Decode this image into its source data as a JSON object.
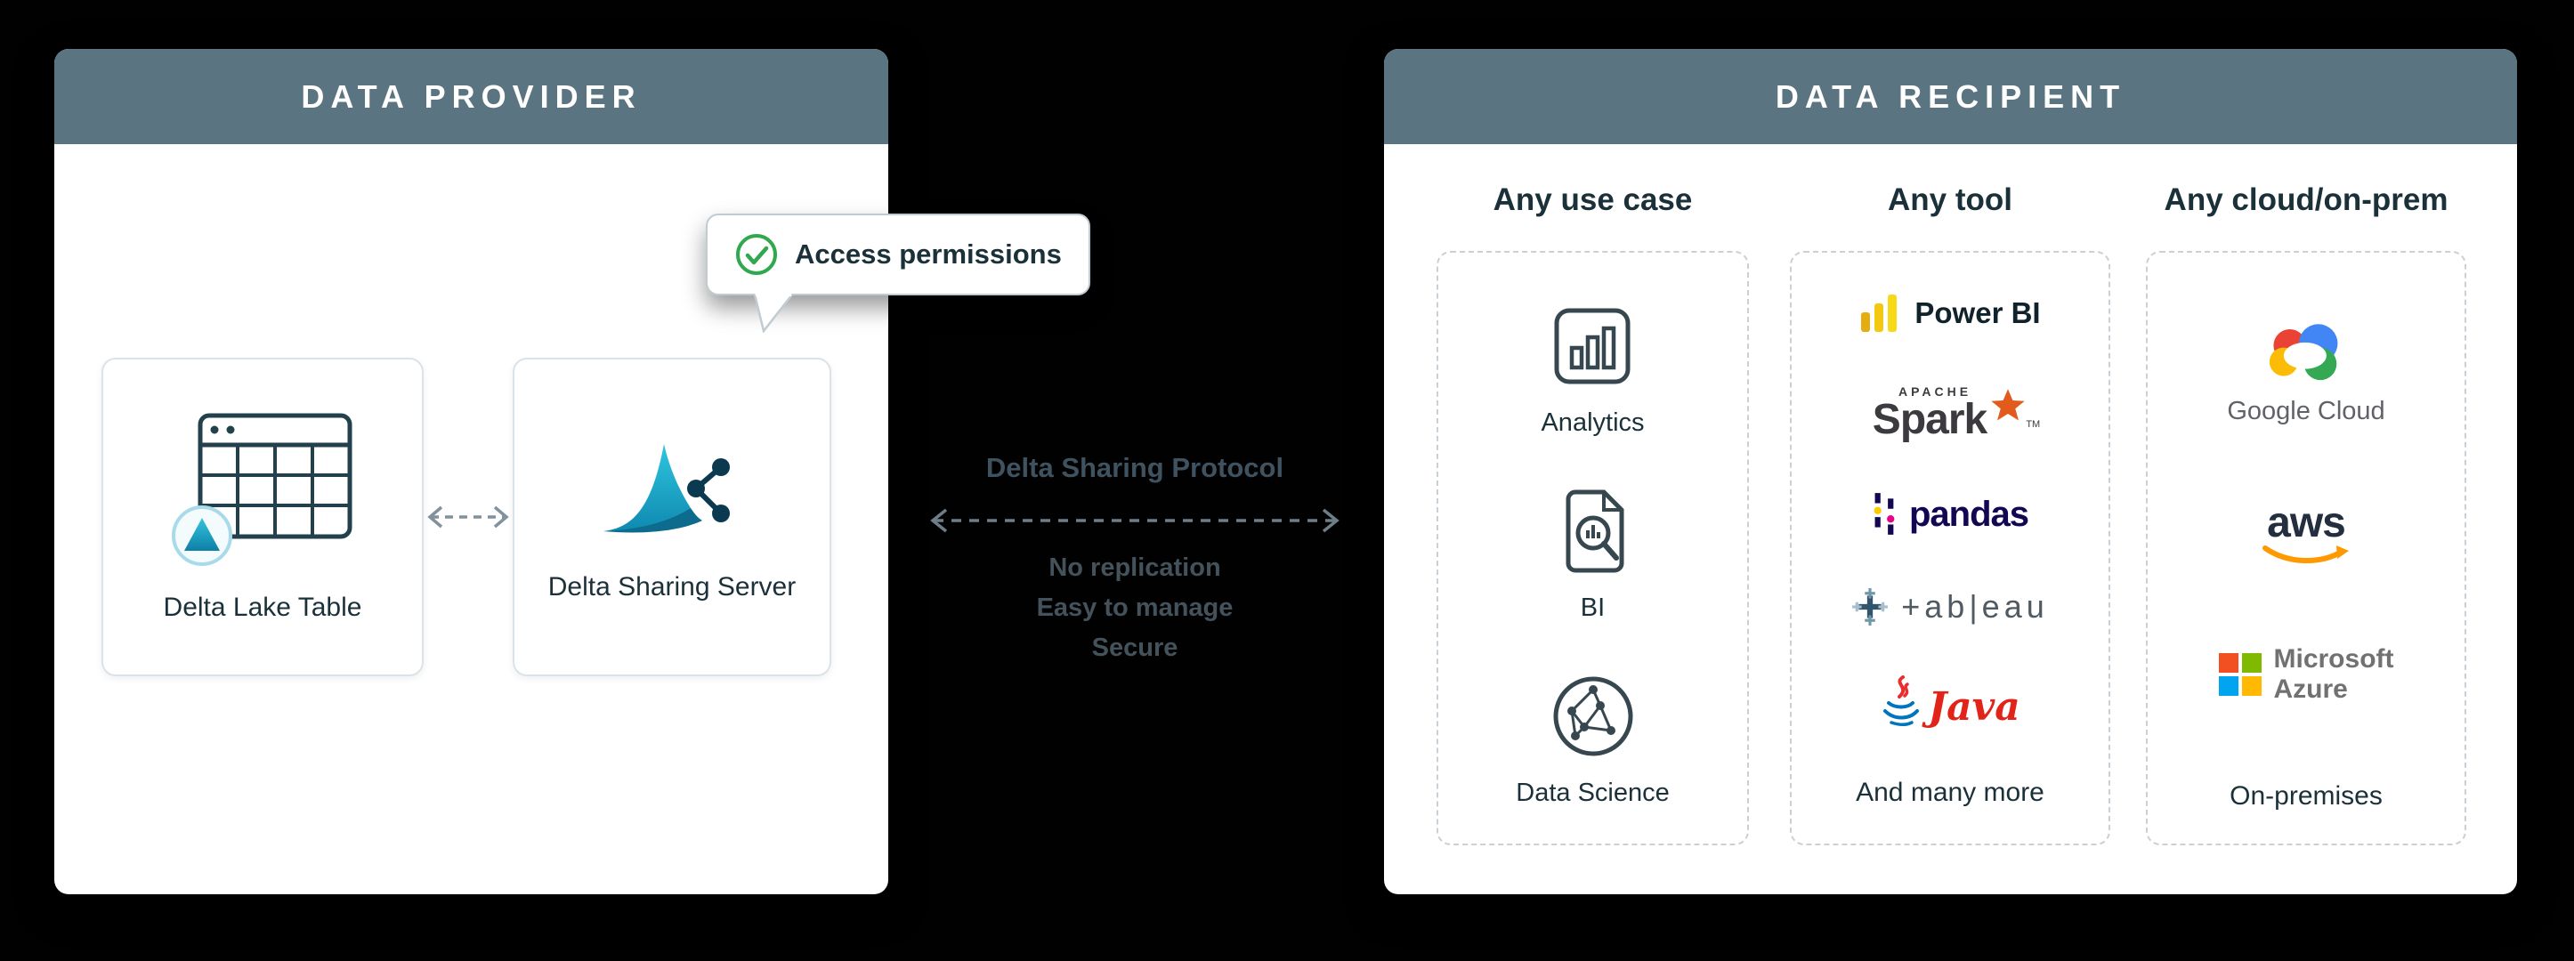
{
  "provider": {
    "title": "DATA PROVIDER",
    "callout_label": "Access permissions",
    "delta_lake_label": "Delta Lake Table",
    "sharing_server_label": "Delta Sharing Server"
  },
  "protocol": {
    "title": "Delta Sharing Protocol",
    "features": [
      "No replication",
      "Easy to manage",
      "Secure"
    ]
  },
  "recipient": {
    "title": "DATA RECIPIENT",
    "use_case": {
      "header": "Any use case",
      "items": [
        "Analytics",
        "BI",
        "Data Science"
      ]
    },
    "tools": {
      "header": "Any tool",
      "powerbi": "Power BI",
      "spark_apache": "APACHE",
      "spark": "Spark",
      "spark_tm": "TM",
      "pandas": "pandas",
      "tableau": "+ab|eau",
      "java": "Java",
      "footer": "And many more"
    },
    "clouds": {
      "header": "Any cloud/on-prem",
      "google_cloud": "Google Cloud",
      "aws": "aws",
      "microsoft": "Microsoft",
      "azure": "Azure",
      "footer": "On-premises"
    }
  },
  "colors": {
    "background": "#000000",
    "panel_header": "#5B7482",
    "text_navy": "#1B3139",
    "delta_cyan": "#14B1CE",
    "check_green": "#2FA84F",
    "powerbi_yellow": "#F2C811",
    "spark_orange": "#E25A1C",
    "pandas_navy": "#130754",
    "java_red": "#E2231A",
    "aws_orange": "#FF9900",
    "azure_squares": [
      "#F25022",
      "#7FBA00",
      "#00A4EF",
      "#FFB900"
    ]
  }
}
